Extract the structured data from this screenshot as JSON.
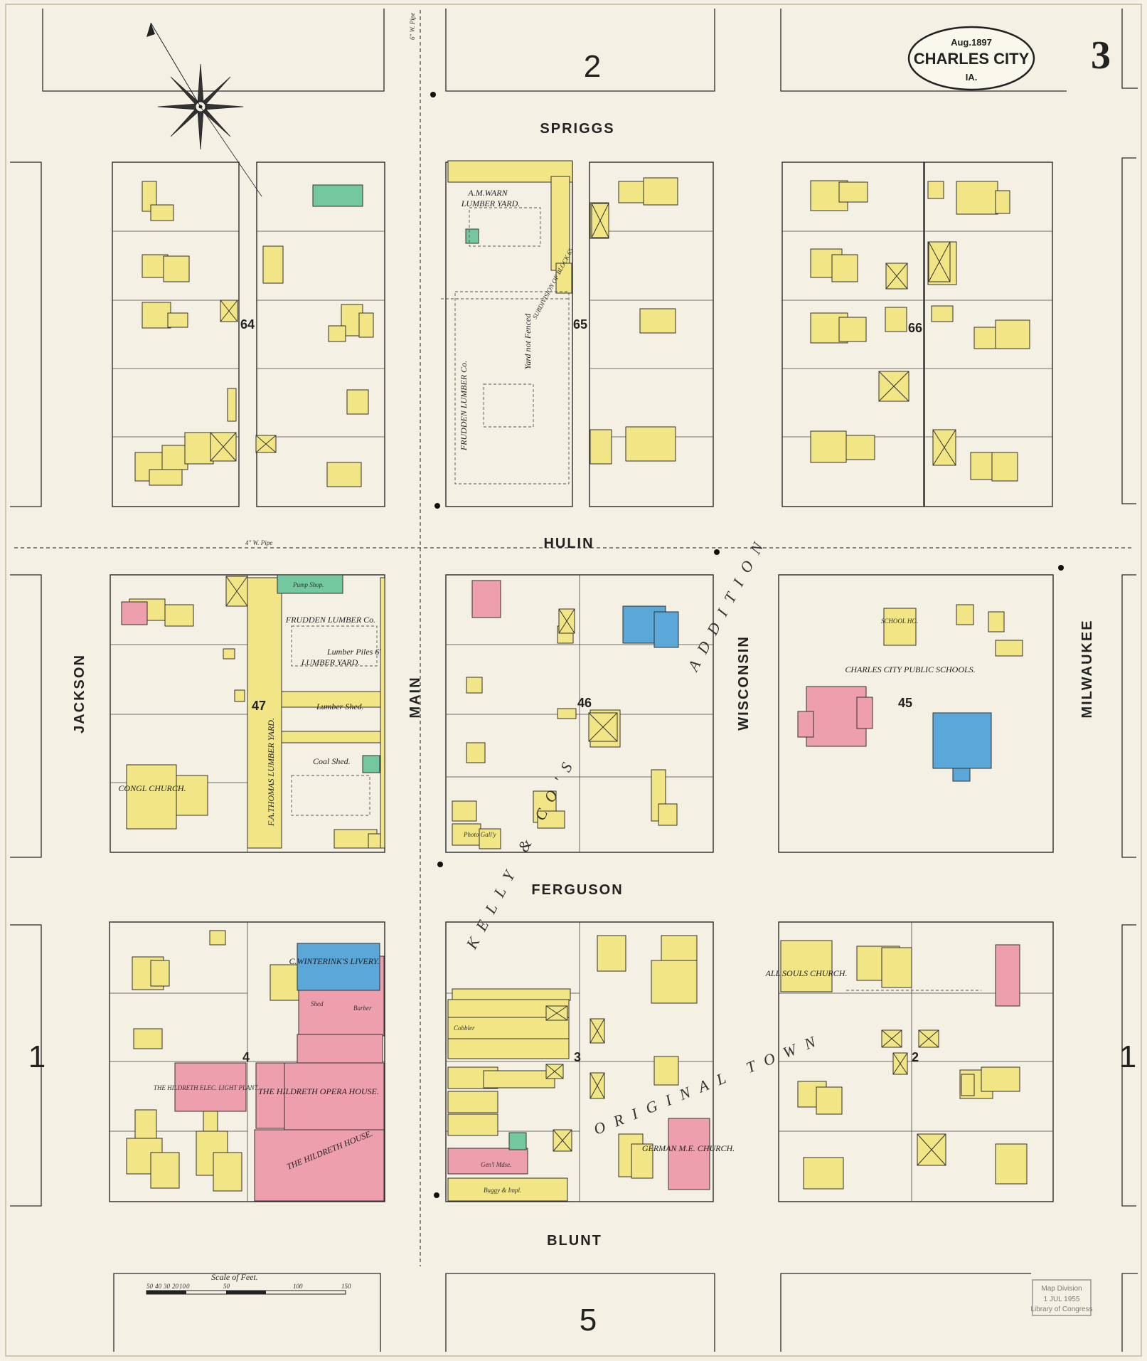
{
  "header": {
    "date": "Aug.1897",
    "city": "CHARLES CITY",
    "state": "IA.",
    "sheet_number": "3"
  },
  "adjacent_sheets": {
    "top": "2",
    "bottom": "5",
    "left": "1",
    "right": "1"
  },
  "streets": {
    "top": "SPRIGGS",
    "upper_middle": "HULIN",
    "lower_middle": "FERGUSON",
    "bottom": "BLUNT",
    "left": "JACKSON",
    "center": "MAIN",
    "center_right": "WISCONSIN",
    "right": "MILWAUKEE"
  },
  "block_numbers": [
    "64",
    "65",
    "66",
    "47",
    "46",
    "45",
    "4",
    "3",
    "2"
  ],
  "additions": {
    "kelly_cos": "KELLY & CO'S",
    "addition": "ADDITION",
    "original_town": "ORIGINAL TOWN"
  },
  "labels": {
    "warn_name": "A.M.WARN",
    "warn_yard": "LUMBER YARD.",
    "fruden_upper": "FRUDDEN LUMBER Co.",
    "fruden_lower": "FRUDDEN LUMBER Co.",
    "lumber_piles": "Lumber Piles 6'",
    "lumber_yard": "LUMBER YARD.",
    "lumber_shed": "Lumber Shed.",
    "thomas_yard": "F.A.THOMAS LUMBER YARD.",
    "cong_church": "CONGL CHURCH.",
    "schools": "CHARLES CITY PUBLIC SCHOOLS.",
    "school_ho": "SCHOOL HO.",
    "livery": "C.WINTERINK'S LIVERY.",
    "opera": "THE HILDRETH OPERA HOUSE.",
    "hildreth_house": "THE HILDRETH HOUSE.",
    "light_plant": "THE HILDRETH ELEC. LIGHT PLANT.",
    "all_souls": "ALL SOULS CHURCH.",
    "german_me": "GERMAN M.E. CHURCH.",
    "yard_not_fenced": "Yard not Fenced",
    "subdivision": "SUBDIVISION OF BLOCK 65",
    "pump_shop": "Pump Shop.",
    "buggy": "Buggy & Impl.",
    "genl_mdse": "Gen'l Mdse.",
    "photo_gall": "Photo Gall'y",
    "coal_shed": "Coal Shed.",
    "cobbler": "Cobbler",
    "barber": "Barber",
    "shed": "Shed"
  },
  "scale": {
    "title": "Scale of Feet.",
    "ticks": [
      "50",
      "40",
      "30",
      "20",
      "10",
      "0",
      "50",
      "100",
      "150"
    ]
  },
  "stamp": {
    "line1": "Map Division",
    "line2": "1 JUL 1955",
    "line3": "Library of Congress"
  },
  "pipes": {
    "water": "4\" W. Pipe",
    "water6": "6\" W. Pipe"
  },
  "colors": {
    "paper": "#f4f0e3",
    "brick": "#ee9fae",
    "frame": "#f2e585",
    "stone": "#5aa7d8",
    "adobe": "#74c8a0",
    "line": "#2b2b2b"
  }
}
